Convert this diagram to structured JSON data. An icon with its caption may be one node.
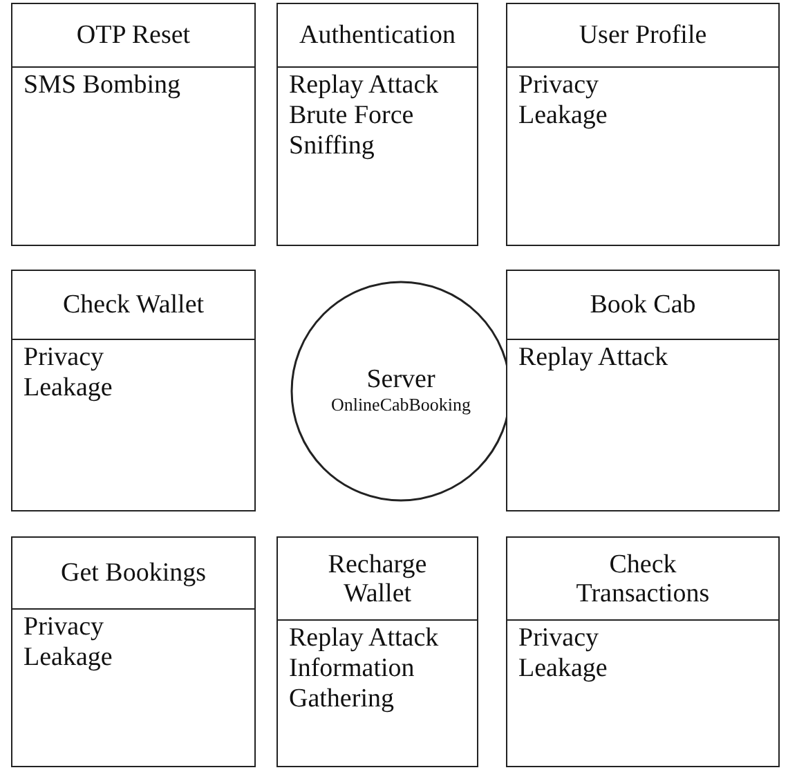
{
  "diagram": {
    "nodes": [
      {
        "text": [
          "OTP Reset",
          "SMS Bombing"
        ]
      },
      {
        "text": [
          "Authentication",
          "Replay Attack",
          "Brute Force",
          "Sniffing"
        ]
      },
      {
        "text": [
          "User Profile",
          "Privacy Leakage"
        ]
      },
      {
        "text": [
          "Check Wallet",
          "Privacy Leakage"
        ]
      },
      {
        "text": [
          "Server",
          "OnlineCabBooking"
        ]
      },
      {
        "text": [
          "Book Cab",
          "Replay Attack"
        ]
      },
      {
        "text": [
          "Get Bookings",
          "Privacy Leakage"
        ]
      },
      {
        "text": [
          "Recharge Wallet",
          "Replay Attack",
          "Information Gathering"
        ]
      },
      {
        "text": [
          "Check Transactions",
          "Privacy Leakage"
        ]
      }
    ]
  }
}
